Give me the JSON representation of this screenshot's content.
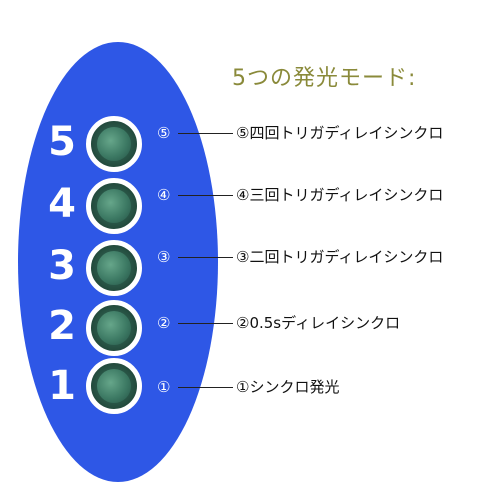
{
  "title": "5つの発光モード:",
  "modes": [
    {
      "number": "5",
      "badge": "⑤",
      "label": "⑤四回トリガディレイシンクロ"
    },
    {
      "number": "4",
      "badge": "④",
      "label": "④三回トリガディレイシンクロ"
    },
    {
      "number": "3",
      "badge": "③",
      "label": "③二回トリガディレイシンクロ"
    },
    {
      "number": "2",
      "badge": "②",
      "label": "②0.5sディレイシンクロ"
    },
    {
      "number": "1",
      "badge": "①",
      "label": "①シンクロ発光"
    }
  ],
  "colors": {
    "panel": "#2e57e6",
    "title": "#8a8a3a",
    "lamp": "#3d7a64"
  }
}
